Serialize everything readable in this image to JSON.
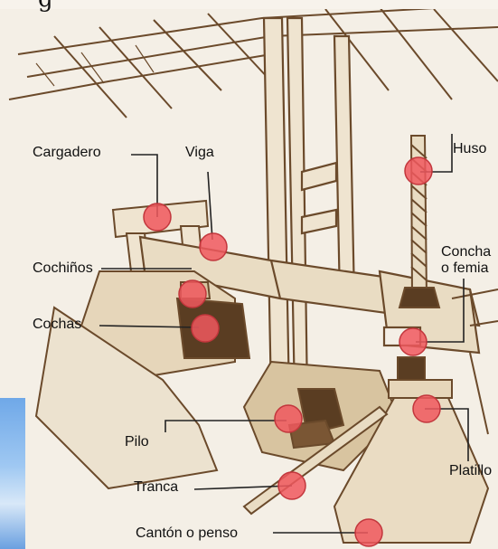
{
  "title_fragment": "g",
  "labels": {
    "cargadero": "Cargadero",
    "viga": "Viga",
    "huso": "Huso",
    "concha_line1": "Concha",
    "concha_line2": "o femia",
    "cochinos": "Cochiños",
    "cochas": "Cochas",
    "pilo": "Pilo",
    "platillo": "Platillo",
    "tranca": "Tranca",
    "canton": "Cantón o penso"
  },
  "colors": {
    "marker_fill": "#f0585e",
    "marker_stroke": "#c2363c",
    "sketch_ink": "#6b4a2b",
    "paper": "#f4efe6",
    "leader": "#222222"
  }
}
